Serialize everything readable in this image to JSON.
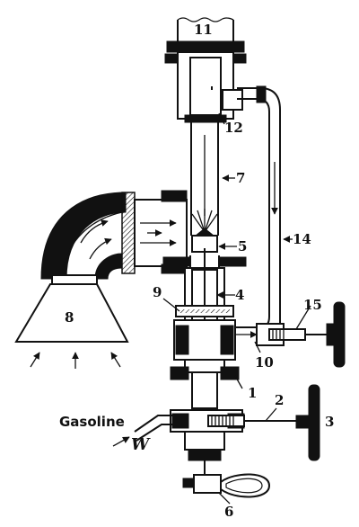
{
  "labels": {
    "l1": "1",
    "l2": "2",
    "l3": "3",
    "l4": "4",
    "l5": "5",
    "l6": "6",
    "l7": "7",
    "l8": "8",
    "l9": "9",
    "l10": "10",
    "l11": "11",
    "l12": "12",
    "l14": "14",
    "l15": "15",
    "gasoline": "Gasoline",
    "w": "W"
  }
}
